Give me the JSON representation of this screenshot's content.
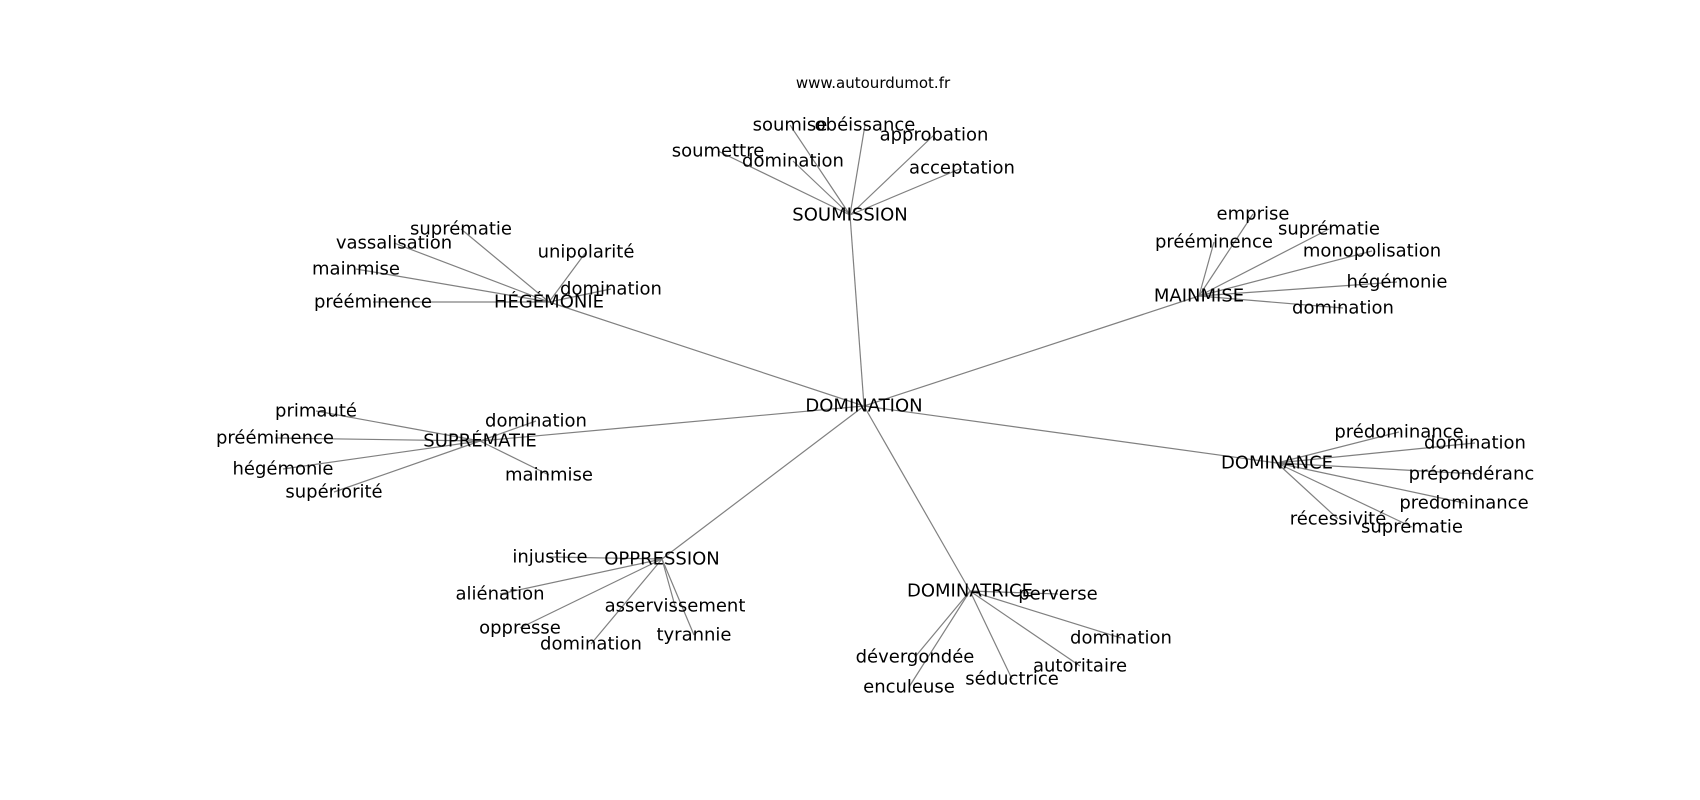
{
  "watermark": "www.autourdumot.fr",
  "root": "DOMINATION",
  "clusters": [
    {
      "id": "soumission",
      "label": "SOUMISSION",
      "words": [
        "soumise",
        "obéissance",
        "approbation",
        "soumettre",
        "domination",
        "acceptation"
      ]
    },
    {
      "id": "hegemonie",
      "label": "HÉGÉMONIE",
      "words": [
        "suprématie",
        "vassalisation",
        "unipolarité",
        "mainmise",
        "domination",
        "prééminence"
      ]
    },
    {
      "id": "mainmise",
      "label": "MAINMISE",
      "words": [
        "emprise",
        "prééminence",
        "suprématie",
        "monopolisation",
        "hégémonie",
        "domination"
      ]
    },
    {
      "id": "suprematie",
      "label": "SUPRÉMATIE",
      "words": [
        "primauté",
        "domination",
        "prééminence",
        "hégémonie",
        "supériorité",
        "mainmise"
      ]
    },
    {
      "id": "dominance",
      "label": "DOMINANCE",
      "words": [
        "prédominance",
        "domination",
        "prépondérance",
        "predominance",
        "récessivité",
        "suprématie"
      ]
    },
    {
      "id": "oppression",
      "label": "OPPRESSION",
      "words": [
        "injustice",
        "aliénation",
        "asservissement",
        "oppresse",
        "tyrannie",
        "domination"
      ]
    },
    {
      "id": "dominatrice",
      "label": "DOMINATRICE",
      "words": [
        "perverse",
        "domination",
        "dévergondée",
        "autoritaire",
        "séductrice",
        "enculeuse"
      ]
    }
  ]
}
